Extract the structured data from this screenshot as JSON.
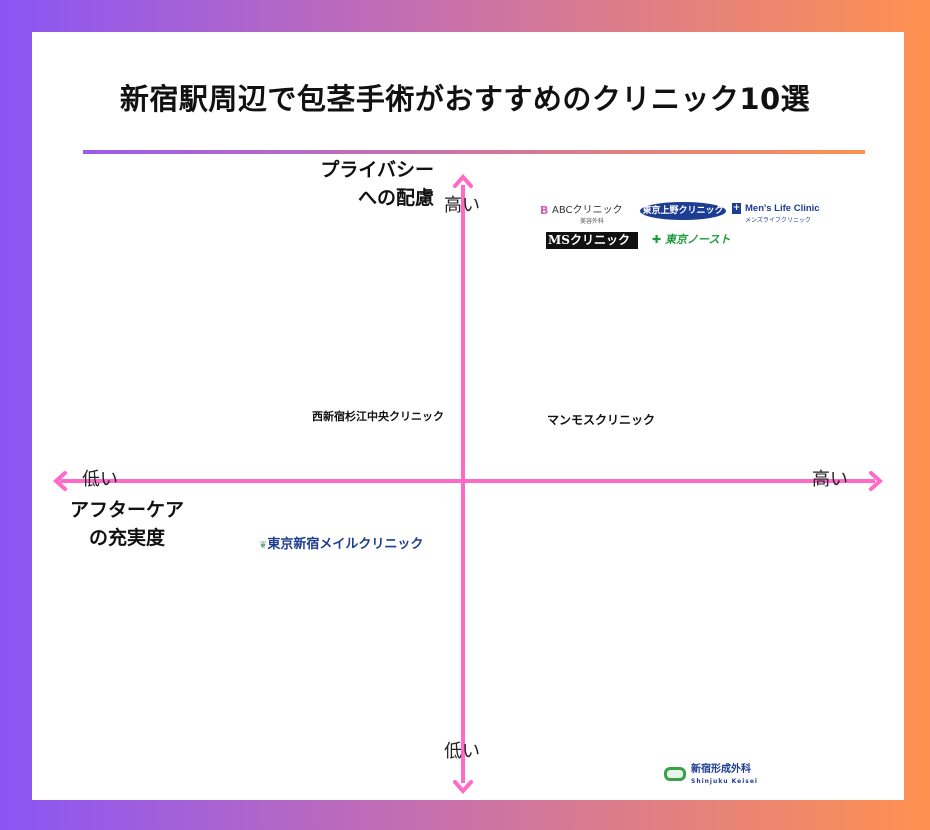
{
  "title": "新宿駅周辺で包茎手術がおすすめのクリニック10選",
  "axes": {
    "y_label_line1": "プライバシー",
    "y_label_line2": "への配慮",
    "y_high": "高い",
    "y_low": "低い",
    "x_label_line1": "アフターケア",
    "x_label_line2": "の充実度",
    "x_high": "高い",
    "x_low": "低い",
    "color": "#ff6ac8"
  },
  "clinics": {
    "abc": "ABCクリニック",
    "abc_sub": "美容外科",
    "ueno": "東京上野クリニック",
    "mens": "Men's Life Clinic",
    "mens_sub": "メンズライフクリニック",
    "tokyo_noast": "東京ノースト",
    "ms": "MSクリニック",
    "nishishinjuku": "西新宿杉江中央クリニック",
    "mammoth": "マンモスクリニック",
    "tokyo_shinjuku_male": "東京新宿メイルクリニック",
    "shinjuku_keisei": "新宿形成外科",
    "shinjuku_keisei_en": "Shinjuku Keisei"
  }
}
